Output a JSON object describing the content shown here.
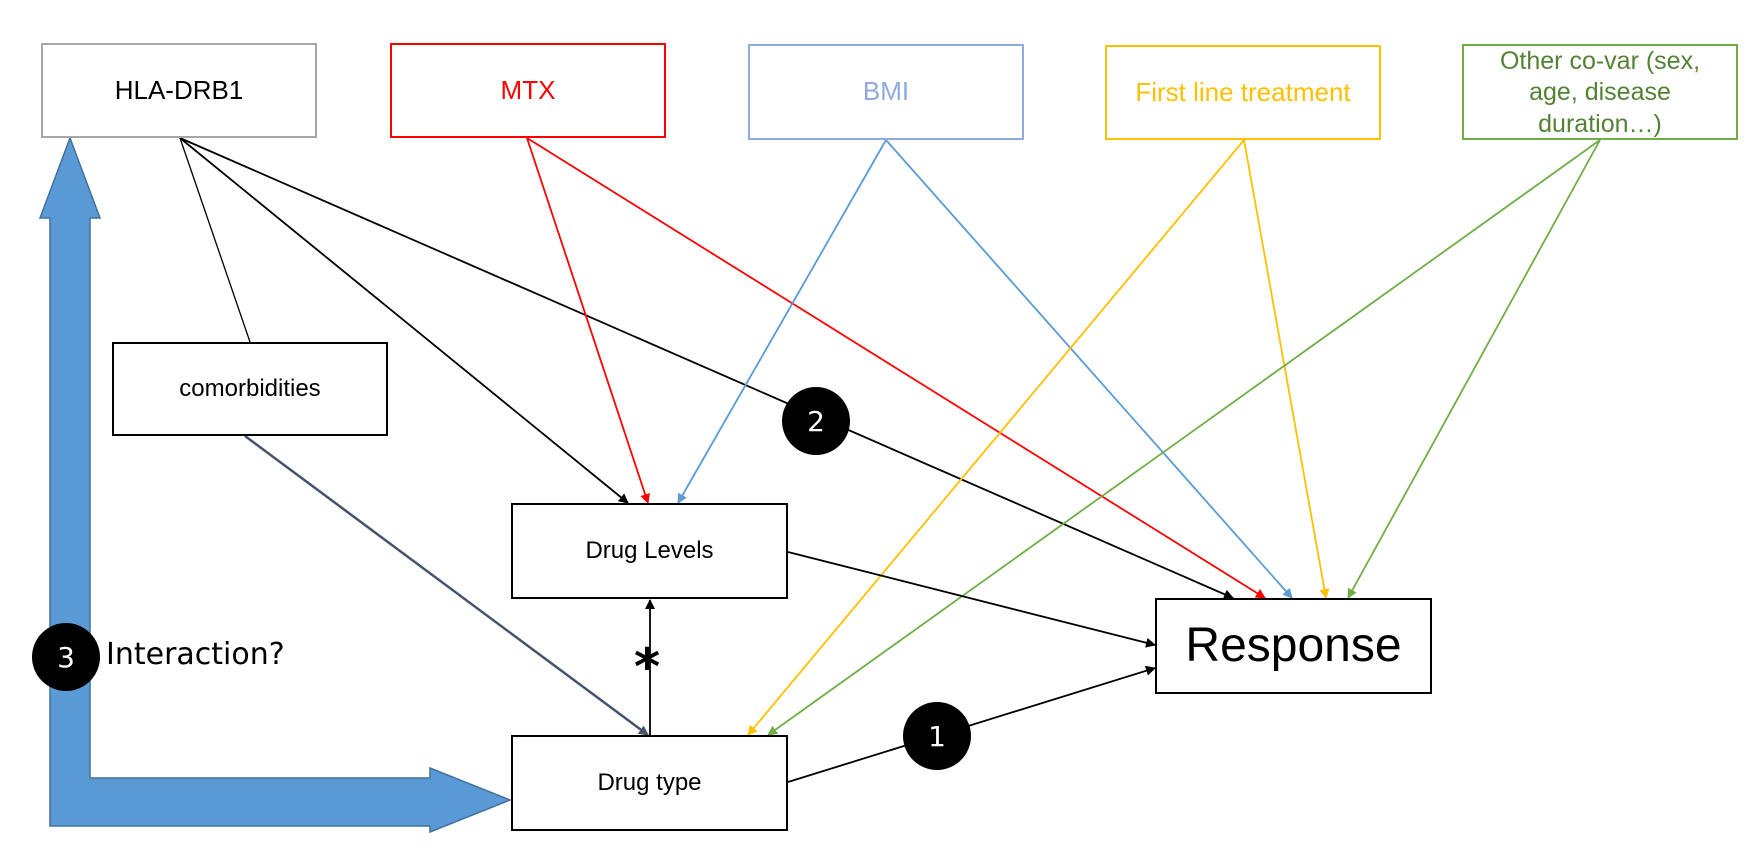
{
  "nodes": {
    "hla": {
      "label": "HLA-DRB1",
      "color": "#000000",
      "border": "#a6a6a6"
    },
    "mtx": {
      "label": "MTX",
      "color": "#ff0000",
      "border": "#ff0000"
    },
    "bmi": {
      "label": "BMI",
      "color": "#8faadc",
      "border": "#8faadc"
    },
    "first_line": {
      "label": "First line treatment",
      "color": "#ffc000",
      "border": "#ffc000"
    },
    "other_covar": {
      "label": "Other co-var (sex, age, disease duration…)",
      "color": "#548235",
      "border": "#70ad47"
    },
    "comorbidities": {
      "label": "comorbidities"
    },
    "drug_levels": {
      "label": "Drug Levels"
    },
    "drug_type": {
      "label": "Drug type"
    },
    "response": {
      "label": "Response"
    }
  },
  "markers": {
    "one": "1",
    "two": "2",
    "three": "3",
    "star": "*"
  },
  "interaction_label": "Interaction?",
  "colors": {
    "black": "#000000",
    "red": "#ff0000",
    "blue": "#5b9bd5",
    "yellow": "#ffc000",
    "green": "#70ad47",
    "dark_slate": "#44546a",
    "big_arrow": "#5b9bd5",
    "big_arrow_edge": "#41719c"
  }
}
